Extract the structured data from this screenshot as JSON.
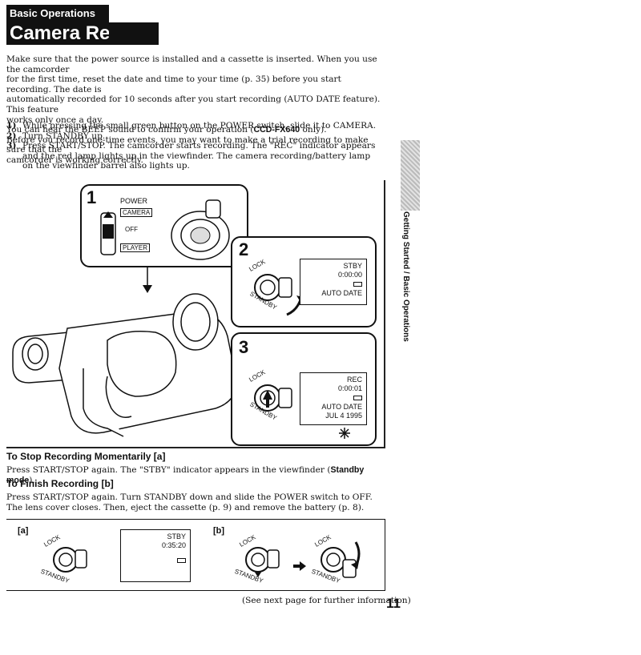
{
  "header": {
    "section": "Basic Operations",
    "title": "Camera Recording"
  },
  "intro": [
    "Make sure that the power source is installed and a cassette is inserted. When you use the camcorder",
    "for the first time, reset the date and time to your time (p. 35) before you start recording. The date is",
    "automatically recorded for 10 seconds after you start recording (AUTO DATE feature). This feature",
    "works only once a day.",
    "You can hear the BEEP sound to confirm your operation (",
    "Before you record one-time events, you may want to make a trial recording to make sure that the",
    "camcorder is working correctly."
  ],
  "beep_model": "CCD-FX640",
  "beep_suffix": " only).",
  "steps": [
    {
      "n": "1)",
      "text": "While pressing the small green button on the POWER switch, slide it to CAMERA."
    },
    {
      "n": "2)",
      "text": "Turn STANDBY up."
    },
    {
      "n": "3)",
      "text": "Press START/STOP. The camcorder starts recording. The \"REC\" indicator appears and the red lamp lights up in the viewfinder. The camera recording/battery lamp on the viewfinder barrel also lights up."
    }
  ],
  "side_label": "Getting Started / Basic Operations",
  "figure": {
    "panel1": {
      "num": "1",
      "power": "POWER",
      "camera": "CAMERA",
      "off": "OFF",
      "player": "PLAYER"
    },
    "panel2": {
      "num": "2",
      "status": "STBY",
      "time": "0:00:00",
      "autodate": "AUTO DATE",
      "lock": "LOCK",
      "standby": "STANDBY"
    },
    "panel3": {
      "num": "3",
      "status": "REC",
      "time": "0:00:01",
      "autodate": "AUTO DATE",
      "date": "JUL 4 1995",
      "lock": "LOCK",
      "standby": "STANDBY"
    }
  },
  "stop": {
    "heading": "To Stop Recording Momentarily [a]",
    "text_pre": "Press START/STOP again. The \"STBY\" indicator appears in the viewfinder (",
    "text_bold": "Standby mode",
    "text_post": ")."
  },
  "finish": {
    "heading": "To Finish Recording [b]",
    "text": "Press START/STOP again. Turn STANDBY down and slide the POWER switch to OFF. The lens cover closes. Then, eject the cassette (p. 9) and remove the battery (p. 8)."
  },
  "bottom": {
    "a_label": "[a]",
    "b_label": "[b]",
    "status": "STBY",
    "time": "0:35:20",
    "lock": "LOCK",
    "standby": "STANDBY"
  },
  "footer": {
    "note": "(See next page for further information)",
    "page": "11"
  }
}
